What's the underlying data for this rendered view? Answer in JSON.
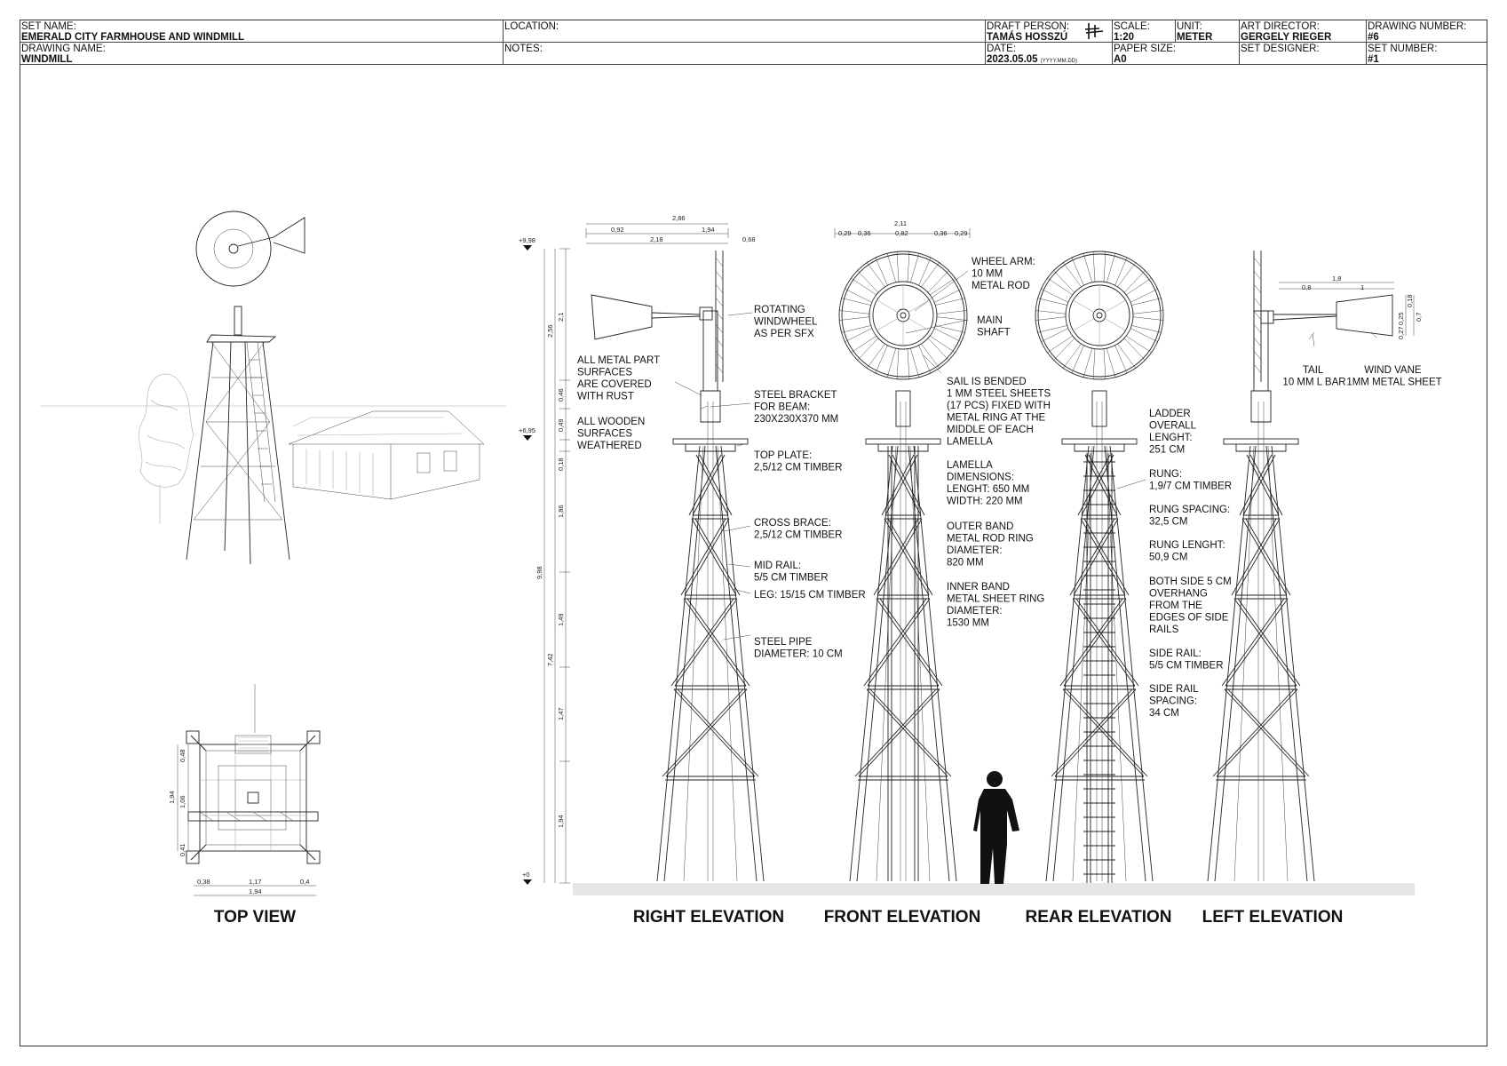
{
  "title_block": {
    "set_name_label": "SET NAME:",
    "set_name": "EMERALD CITY FARMHOUSE AND WINDMILL",
    "drawing_name_label": "DRAWING NAME:",
    "drawing_name": "WINDMILL",
    "location_label": "LOCATION:",
    "notes_label": "NOTES:",
    "draft_person_label": "DRAFT PERSON:",
    "draft_person": "TAMÁS HOSSZÚ",
    "date_label": "DATE:",
    "date": "2023.05.05",
    "date_format": "(YYYY.MM.DD)",
    "scale_label": "SCALE:",
    "scale": "1:20",
    "unit_label": "UNIT:",
    "unit": "METER",
    "paper_size_label": "PAPER SIZE:",
    "paper_size": "A0",
    "art_director_label": "ART DIRECTOR:",
    "art_director": "GERGELY RIEGER",
    "set_designer_label": "SET DESIGNER:",
    "drawing_number_label": "DRAWING NUMBER:",
    "drawing_number": "#6",
    "set_number_label": "SET NUMBER:",
    "set_number": "#1"
  },
  "views": {
    "top_view": "TOP VIEW",
    "right_elevation": "RIGHT ELEVATION",
    "front_elevation": "FRONT ELEVATION",
    "rear_elevation": "REAR ELEVATION",
    "left_elevation": "LEFT ELEVATION"
  },
  "notes": {
    "rotating_windwheel": [
      "ROTATING",
      "WINDWHEEL",
      "AS PER SFX"
    ],
    "metal_parts": [
      "ALL METAL PART",
      "SURFACES",
      "ARE COVERED",
      "WITH RUST"
    ],
    "wooden_surfaces": [
      "ALL WOODEN",
      "SURFACES",
      "WEATHERED"
    ],
    "steel_bracket": [
      "STEEL BRACKET",
      "FOR BEAM:",
      "230X230X370 MM"
    ],
    "top_plate": [
      "TOP PLATE:",
      "2,5/12 CM TIMBER"
    ],
    "cross_brace": [
      "CROSS BRACE:",
      "2,5/12 CM TIMBER"
    ],
    "mid_rail": [
      "MID RAIL:",
      "5/5 CM TIMBER"
    ],
    "leg": [
      "LEG: 15/15 CM TIMBER"
    ],
    "steel_pipe": [
      "STEEL PIPE",
      "DIAMETER: 10 CM"
    ],
    "wheel_arm": [
      "WHEEL ARM:",
      "10 MM",
      "METAL ROD"
    ],
    "main_shaft": [
      "MAIN",
      "SHAFT"
    ],
    "sail": [
      "SAIL IS BENDED",
      "1 MM STEEL SHEETS",
      "(17 PCS) FIXED WITH",
      "METAL RING AT THE",
      "MIDDLE OF EACH",
      "LAMELLA"
    ],
    "lamella": [
      "LAMELLA",
      "DIMENSIONS:",
      "LENGHT: 650 MM",
      "WIDTH: 220 MM"
    ],
    "outer_band": [
      "OUTER BAND",
      "METAL ROD RING",
      "DIAMETER:",
      "820 MM"
    ],
    "inner_band": [
      "INNER BAND",
      "METAL SHEET RING",
      "DIAMETER:",
      "1530 MM"
    ],
    "ladder": [
      "LADDER",
      "OVERALL",
      "LENGHT:",
      "251 CM"
    ],
    "rung": [
      "RUNG:",
      "1,9/7 CM TIMBER"
    ],
    "rung_spacing": [
      "RUNG SPACING:",
      "32,5 CM"
    ],
    "rung_length": [
      "RUNG LENGHT:",
      "50,9 CM"
    ],
    "overhang": [
      "BOTH SIDE 5 CM",
      "OVERHANG",
      "FROM THE",
      "EDGES OF SIDE",
      "RAILS"
    ],
    "side_rail": [
      "SIDE RAIL:",
      "5/5 CM TIMBER"
    ],
    "side_rail_spacing": [
      "SIDE RAIL",
      "SPACING:",
      "34 CM"
    ],
    "tail": [
      "TAIL",
      "10 MM L BAR"
    ],
    "wind_vane": [
      "WIND VANE",
      "1MM METAL SHEET"
    ]
  },
  "dimensions": {
    "levels": [
      "+9,98",
      "+6,95",
      "+0"
    ],
    "vertical_chain": [
      "2,1",
      "0,46",
      "0,49",
      "0,18",
      "1,86",
      "1,49",
      "1,47",
      "1,94"
    ],
    "vertical_groups": [
      "2,56",
      "9,98",
      "7,42"
    ],
    "right_top": [
      "2,86",
      "0,92",
      "1,94",
      "2,18",
      "0,68"
    ],
    "front_top": [
      "2,11",
      "0,29",
      "0,36",
      "0,82",
      "0,36",
      "0,29"
    ],
    "left_top": [
      "1,8",
      "0,8",
      "1"
    ],
    "left_vane": [
      "0,25",
      "0,18",
      "0,27",
      "0,7"
    ],
    "top_view_side": [
      "1,94",
      "0,48",
      "1,06",
      "0,41"
    ],
    "top_view_bottom": [
      "0,38",
      "1,17",
      "0,4",
      "1,94"
    ]
  }
}
